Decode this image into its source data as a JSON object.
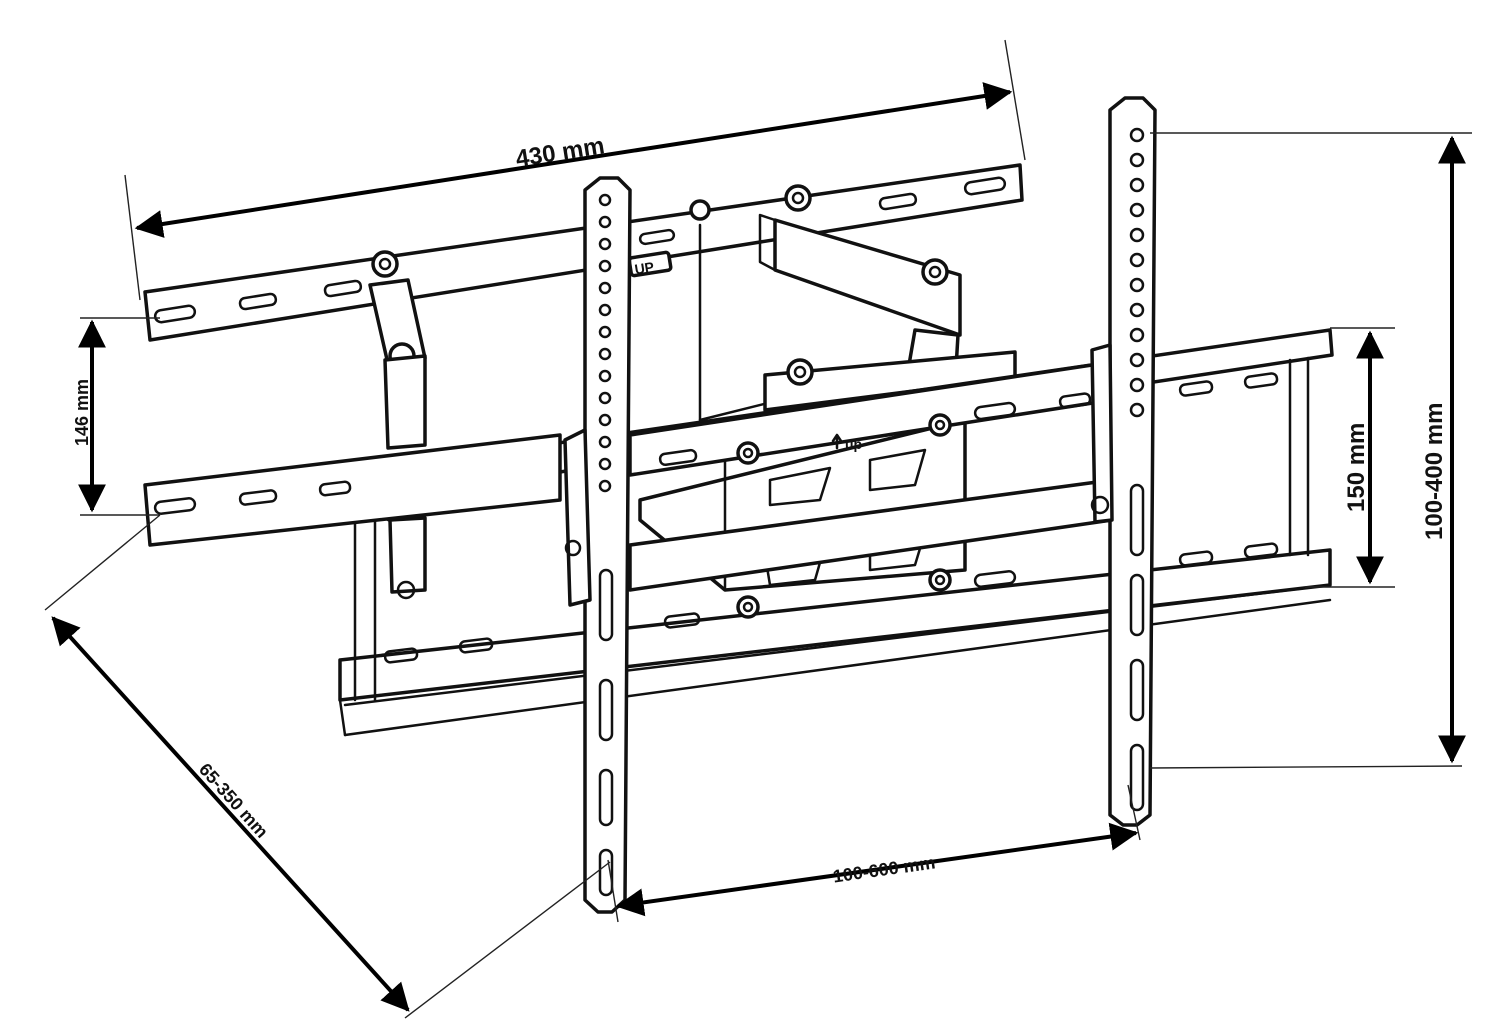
{
  "dimensions": {
    "arm_width": "430 mm",
    "wall_plate_spacing": "146 mm",
    "rail_spacing": "150 mm",
    "vertical_range": "100-400 mm",
    "horizontal_range": "100-600 mm",
    "extension_range": "65-350 mm"
  },
  "markings": {
    "arm_plate_up": "UP",
    "rail_up": "up"
  },
  "colors": {
    "line": "#111111",
    "background": "#ffffff"
  }
}
